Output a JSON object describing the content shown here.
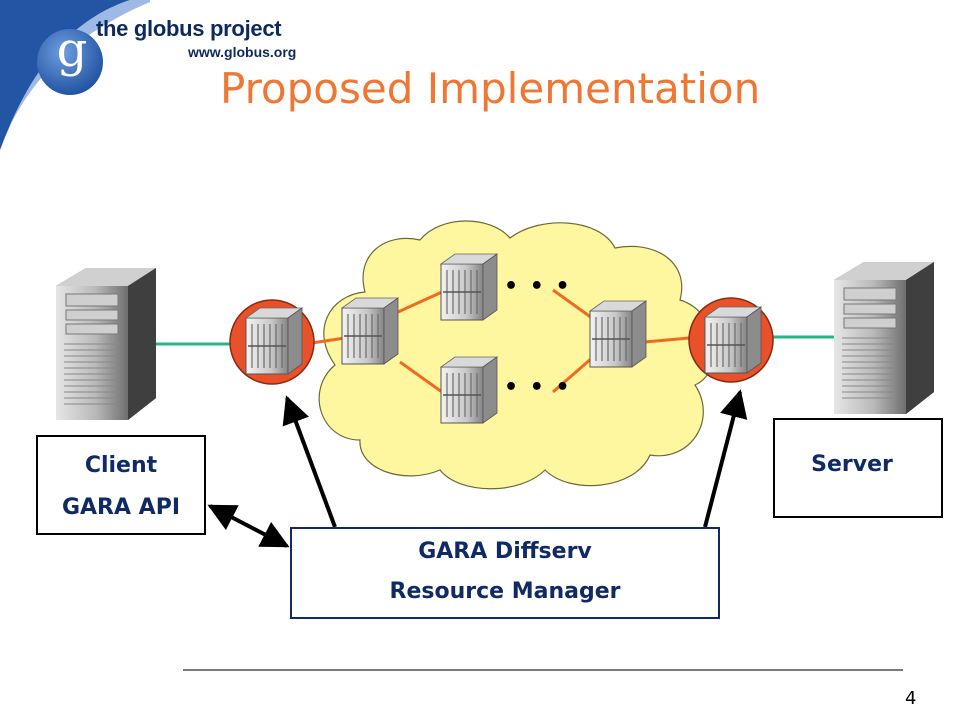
{
  "logo": {
    "letter": "g",
    "name": "the globus project",
    "url": "www.globus.org"
  },
  "title": "Proposed Implementation",
  "client_box": {
    "line1": "Client",
    "line2": "GARA API"
  },
  "server_box": {
    "label": "Server"
  },
  "gara_box": {
    "line1": "GARA Diffserv",
    "line2": "Resource Manager"
  },
  "ellipsis_top": "• • •",
  "ellipsis_bottom": "• • •",
  "page_number": "4",
  "colors": {
    "title": "#ee7733",
    "logo_blue": "#2255a4",
    "cloud_fill": "#fff7a0",
    "edge_router_fill": "#e8512a",
    "link_orange": "#f06a20",
    "host_link": "#2bb58a",
    "box_text": "#0f2a66"
  },
  "icons": [
    "client-computer-icon",
    "server-computer-icon",
    "router-icon"
  ]
}
